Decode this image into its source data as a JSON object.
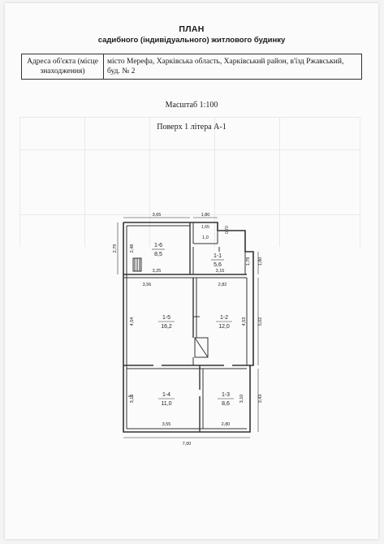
{
  "header": {
    "title": "ПЛАН",
    "subtitle": "садибного (індивідуального) житлового будинку"
  },
  "address": {
    "label": "Адреса об'єкта (місце знаходження)",
    "value": "місто Мерефа, Харківська область, Харківський район, в'їзд Ржавський, буд. № 2"
  },
  "scale": "Масштаб 1:100",
  "floor": "Поверх 1 літера А-1",
  "rooms": [
    {
      "id": "1-6",
      "area": "8,5"
    },
    {
      "id": "1-1",
      "area": "5,6"
    },
    {
      "id": "1-5",
      "area": "16,2"
    },
    {
      "id": "1-2",
      "area": "12,0"
    },
    {
      "id": "1-4",
      "area": "11,0"
    },
    {
      "id": "1-3",
      "area": "8,6"
    },
    {
      "id": "",
      "area": "1,0"
    }
  ],
  "dimensions": {
    "top_left": "3,65",
    "top_mid": "1,80",
    "top_small": "1,65",
    "top_right_v": "0,70",
    "left_top": "2,79",
    "room16_h": "2,48",
    "room16_w": "3,25",
    "room11_w": "3,15",
    "room11_h": "1,78",
    "right_upper": "1,80",
    "room15_w": "3,56",
    "room12_w": "2,82",
    "room15_h": "4,54",
    "room12_h": "4,53",
    "right_total": "5,02",
    "room14_h": "3,10",
    "room13_h": "3,10",
    "right_lower": "3,43",
    "room14_w": "3,55",
    "room13_w": "2,80",
    "total_w": "7,00"
  }
}
